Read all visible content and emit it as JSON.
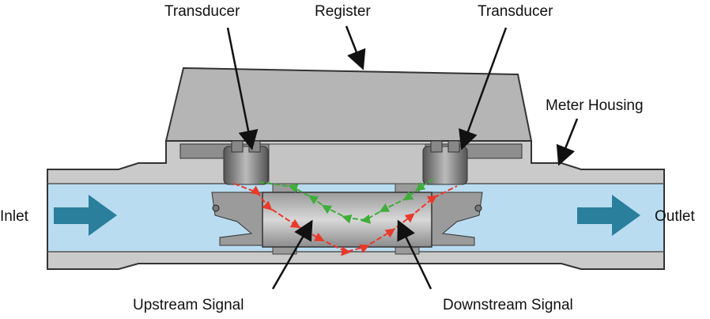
{
  "labels": {
    "transducer_left": "Transducer",
    "register": "Register",
    "transducer_right": "Transducer",
    "meter_housing": "Meter Housing",
    "inlet": "Inlet",
    "outlet": "Outlet",
    "upstream_signal": "Upstream Signal",
    "downstream_signal": "Downstream Signal"
  },
  "colors": {
    "water": "#b9dcf0",
    "housing": "#c9c9c9",
    "register": "#b5b5b5",
    "flow_arrow": "#2a7f9c",
    "upstream_signal": "#e8392a",
    "downstream_signal": "#3fae3a"
  }
}
